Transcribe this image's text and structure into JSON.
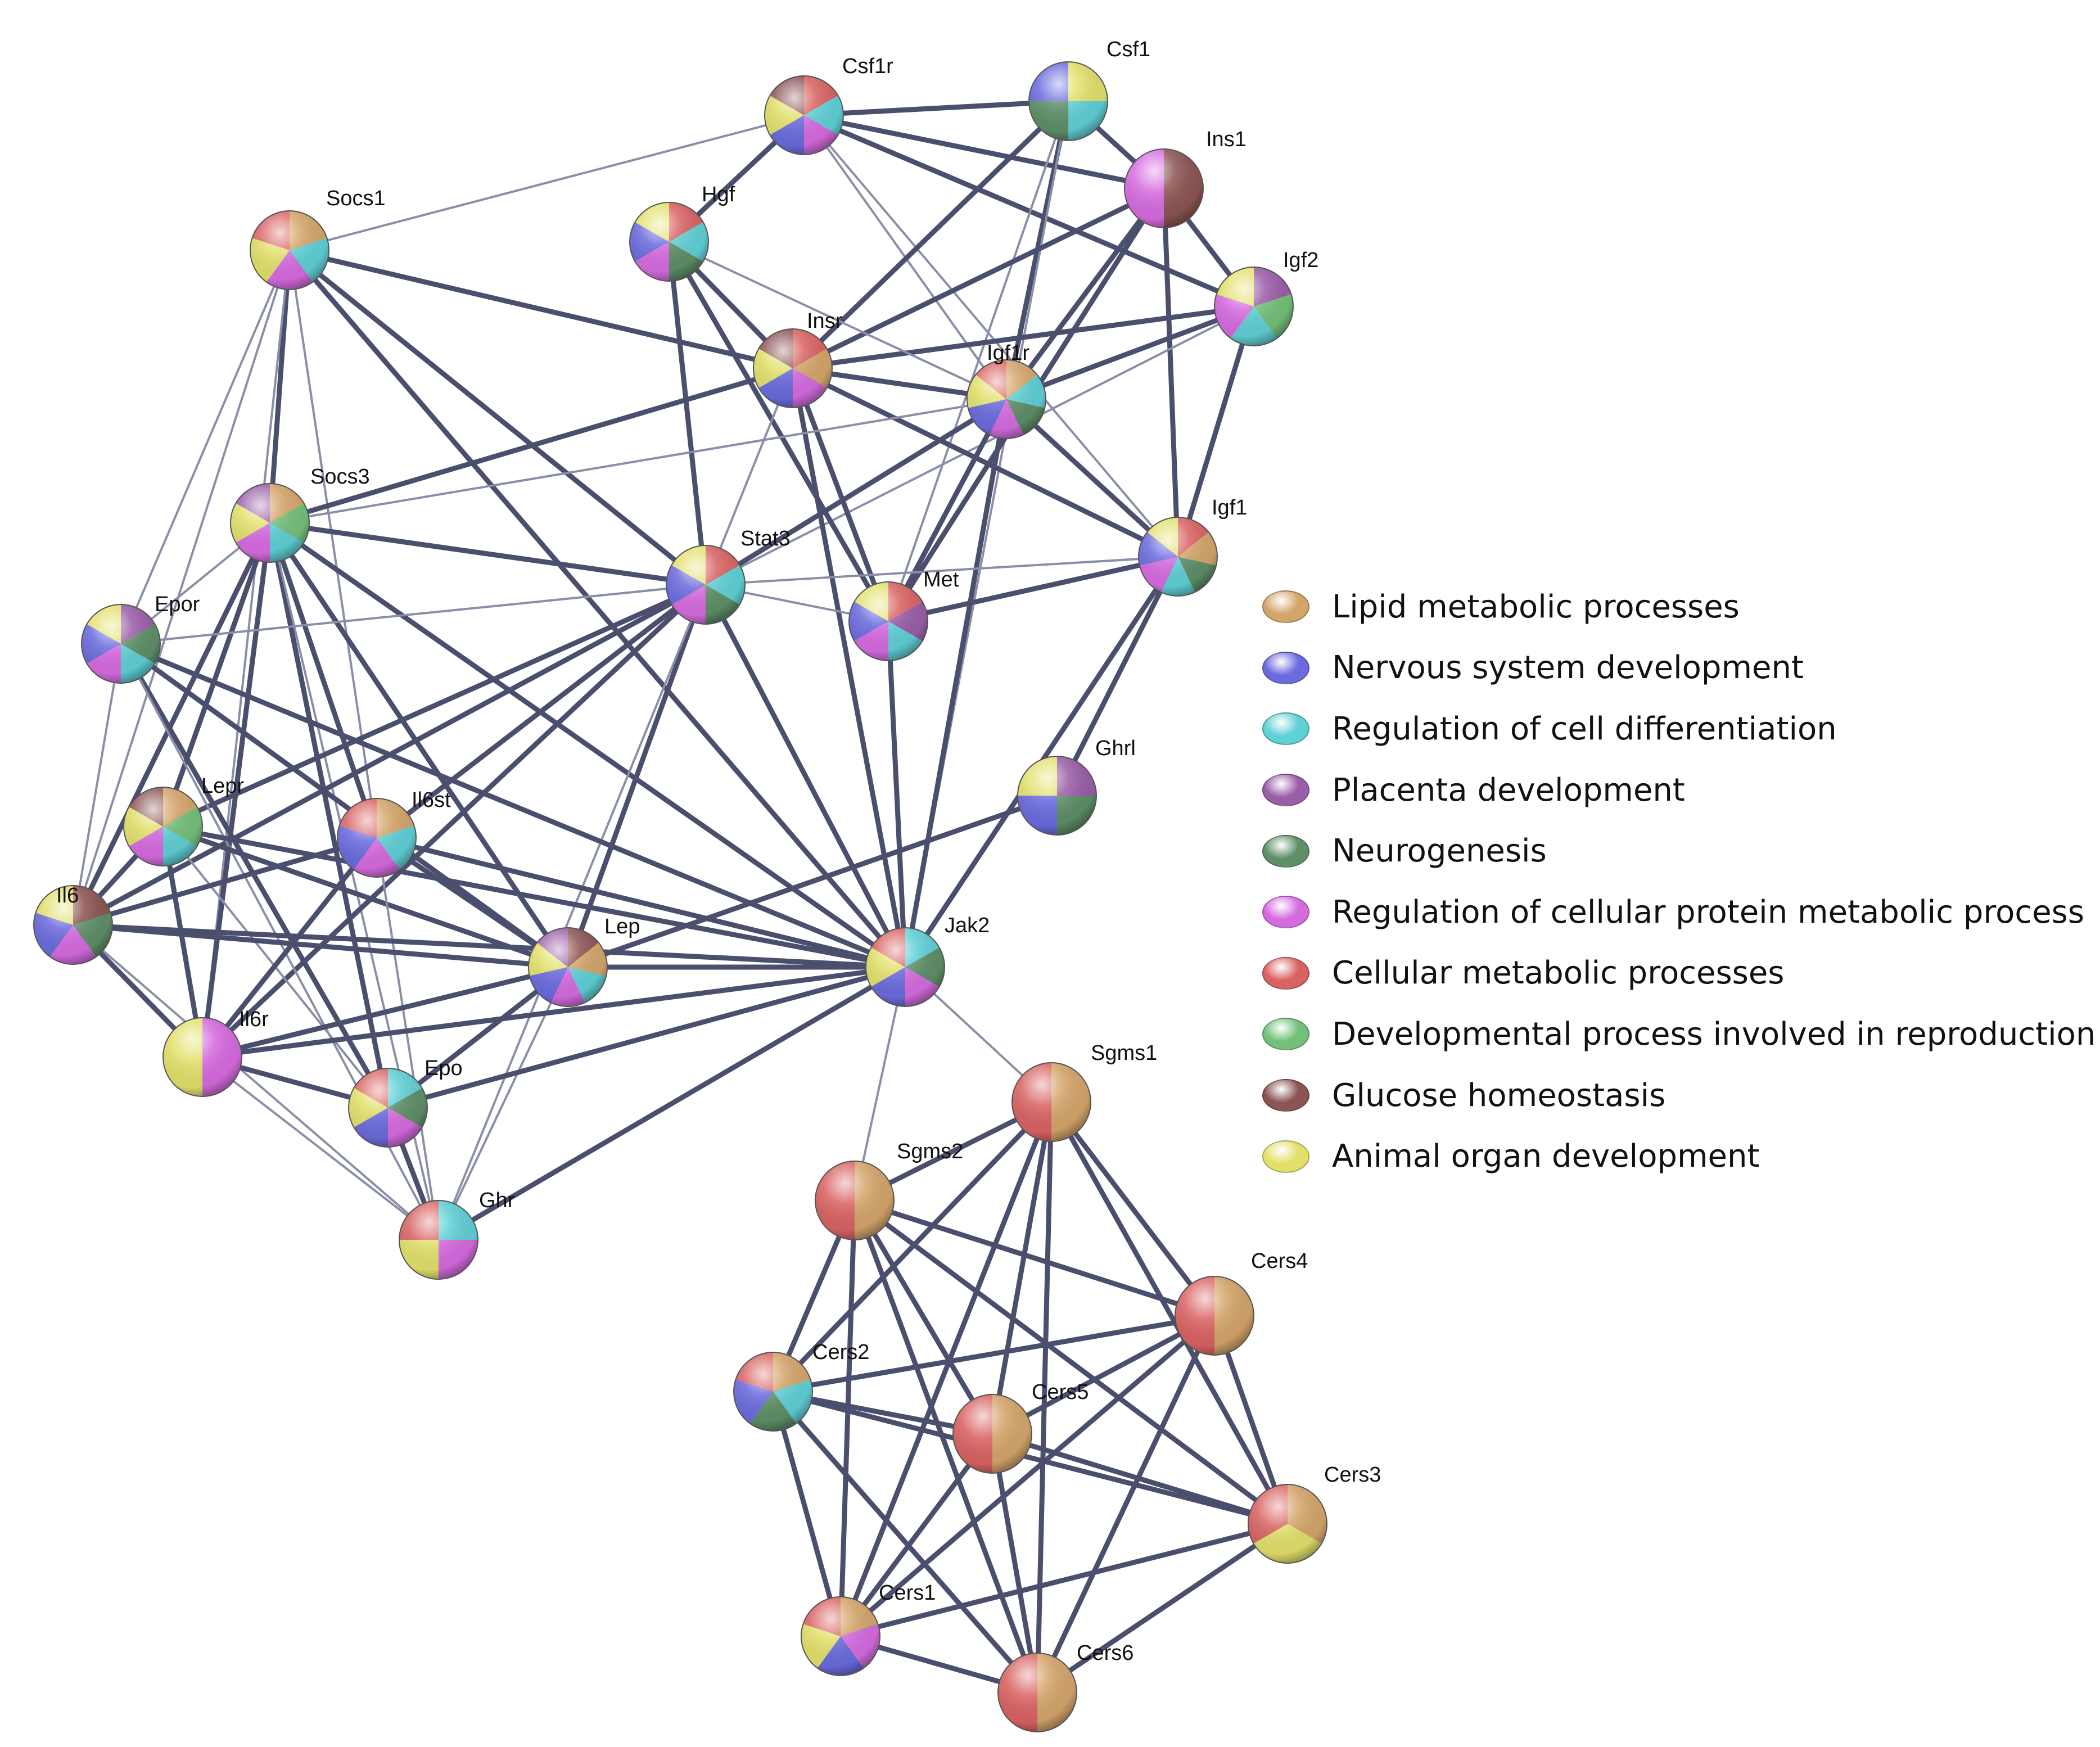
{
  "categories": [
    {
      "key": "lipid",
      "label": "Lipid metabolic processes",
      "color": "#d4a56a"
    },
    {
      "key": "nervous",
      "label": "Nervous system development",
      "color": "#6b6bde"
    },
    {
      "key": "celldiff",
      "label": "Regulation of cell differentiation",
      "color": "#5fd0d6"
    },
    {
      "key": "placenta",
      "label": "Placenta development",
      "color": "#9a5ea8"
    },
    {
      "key": "neuro",
      "label": "Neurogenesis",
      "color": "#5e8f67"
    },
    {
      "key": "protmeta",
      "label": "Regulation of cellular protein metabolic process",
      "color": "#d66be0"
    },
    {
      "key": "cellmeta",
      "label": "Cellular metabolic processes",
      "color": "#d96262"
    },
    {
      "key": "devrepro",
      "label": "Developmental process involved in reproduction",
      "color": "#74c07a"
    },
    {
      "key": "glucose",
      "label": "Glucose homeostasis",
      "color": "#8c5454"
    },
    {
      "key": "organ",
      "label": "Animal organ development",
      "color": "#e2e06a"
    }
  ],
  "nodes": [
    {
      "id": "Csf1r",
      "label": "Csf1r",
      "cats": [
        "cellmeta",
        "celldiff",
        "protmeta",
        "nervous",
        "organ",
        "glucose"
      ]
    },
    {
      "id": "Csf1",
      "label": "Csf1",
      "cats": [
        "organ",
        "celldiff",
        "neuro",
        "nervous"
      ]
    },
    {
      "id": "Ins1",
      "label": "Ins1",
      "cats": [
        "glucose",
        "protmeta"
      ]
    },
    {
      "id": "Hgf",
      "label": "Hgf",
      "cats": [
        "cellmeta",
        "celldiff",
        "neuro",
        "protmeta",
        "nervous",
        "organ"
      ]
    },
    {
      "id": "Socs1",
      "label": "Socs1",
      "cats": [
        "lipid",
        "celldiff",
        "protmeta",
        "organ",
        "cellmeta"
      ]
    },
    {
      "id": "Igf2",
      "label": "Igf2",
      "cats": [
        "placenta",
        "devrepro",
        "celldiff",
        "protmeta",
        "organ"
      ]
    },
    {
      "id": "Insr",
      "label": "Insr",
      "cats": [
        "cellmeta",
        "lipid",
        "protmeta",
        "nervous",
        "organ",
        "glucose"
      ]
    },
    {
      "id": "Igf1r",
      "label": "Igf1r",
      "cats": [
        "lipid",
        "celldiff",
        "neuro",
        "protmeta",
        "nervous",
        "organ",
        "cellmeta"
      ]
    },
    {
      "id": "Socs3",
      "label": "Socs3",
      "cats": [
        "lipid",
        "devrepro",
        "celldiff",
        "protmeta",
        "organ",
        "placenta"
      ]
    },
    {
      "id": "Stat3",
      "label": "Stat3",
      "cats": [
        "cellmeta",
        "celldiff",
        "neuro",
        "protmeta",
        "nervous",
        "organ"
      ]
    },
    {
      "id": "Igf1",
      "label": "Igf1",
      "cats": [
        "cellmeta",
        "lipid",
        "neuro",
        "celldiff",
        "protmeta",
        "nervous",
        "organ"
      ]
    },
    {
      "id": "Met",
      "label": "Met",
      "cats": [
        "cellmeta",
        "placenta",
        "celldiff",
        "protmeta",
        "nervous",
        "organ"
      ]
    },
    {
      "id": "Epor",
      "label": "Epor",
      "cats": [
        "placenta",
        "neuro",
        "celldiff",
        "protmeta",
        "nervous",
        "organ"
      ]
    },
    {
      "id": "Ghrl",
      "label": "Ghrl",
      "cats": [
        "placenta",
        "neuro",
        "nervous",
        "organ"
      ]
    },
    {
      "id": "Lepr",
      "label": "Lepr",
      "cats": [
        "lipid",
        "devrepro",
        "celldiff",
        "protmeta",
        "organ",
        "glucose"
      ]
    },
    {
      "id": "Il6st",
      "label": "Il6st",
      "cats": [
        "lipid",
        "celldiff",
        "protmeta",
        "nervous",
        "cellmeta"
      ]
    },
    {
      "id": "Il6",
      "label": "Il6",
      "cats": [
        "glucose",
        "neuro",
        "protmeta",
        "nervous",
        "organ"
      ]
    },
    {
      "id": "Lep",
      "label": "Lep",
      "cats": [
        "glucose",
        "lipid",
        "celldiff",
        "protmeta",
        "nervous",
        "organ",
        "placenta"
      ]
    },
    {
      "id": "Jak2",
      "label": "Jak2",
      "cats": [
        "celldiff",
        "neuro",
        "protmeta",
        "nervous",
        "organ",
        "cellmeta"
      ]
    },
    {
      "id": "Il6r",
      "label": "Il6r",
      "cats": [
        "protmeta",
        "organ"
      ]
    },
    {
      "id": "Epo",
      "label": "Epo",
      "cats": [
        "celldiff",
        "neuro",
        "protmeta",
        "nervous",
        "organ",
        "cellmeta"
      ]
    },
    {
      "id": "Ghr",
      "label": "Ghr",
      "cats": [
        "celldiff",
        "protmeta",
        "organ",
        "cellmeta"
      ]
    },
    {
      "id": "Sgms1",
      "label": "Sgms1",
      "cats": [
        "lipid",
        "cellmeta"
      ]
    },
    {
      "id": "Sgms2",
      "label": "Sgms2",
      "cats": [
        "lipid",
        "cellmeta"
      ]
    },
    {
      "id": "Cers4",
      "label": "Cers4",
      "cats": [
        "lipid",
        "cellmeta"
      ]
    },
    {
      "id": "Cers2",
      "label": "Cers2",
      "cats": [
        "lipid",
        "celldiff",
        "neuro",
        "nervous",
        "cellmeta"
      ]
    },
    {
      "id": "Cers5",
      "label": "Cers5",
      "cats": [
        "lipid",
        "cellmeta"
      ]
    },
    {
      "id": "Cers3",
      "label": "Cers3",
      "cats": [
        "lipid",
        "organ",
        "cellmeta"
      ]
    },
    {
      "id": "Cers1",
      "label": "Cers1",
      "cats": [
        "lipid",
        "protmeta",
        "nervous",
        "organ",
        "cellmeta"
      ]
    },
    {
      "id": "Cers6",
      "label": "Cers6",
      "cats": [
        "lipid",
        "cellmeta"
      ]
    }
  ],
  "edges": [
    [
      "Csf1r",
      "Csf1"
    ],
    [
      "Csf1r",
      "Ins1"
    ],
    [
      "Csf1r",
      "Igf2"
    ],
    [
      "Csf1r",
      "Hgf"
    ],
    [
      "Csf1r",
      "Socs1"
    ],
    [
      "Csf1r",
      "Igf1r"
    ],
    [
      "Csf1r",
      "Igf1"
    ],
    [
      "Csf1",
      "Insr"
    ],
    [
      "Csf1",
      "Igf1r"
    ],
    [
      "Csf1",
      "Ins1"
    ],
    [
      "Csf1",
      "Met"
    ],
    [
      "Csf1",
      "Jak2"
    ],
    [
      "Ins1",
      "Igf2"
    ],
    [
      "Ins1",
      "Igf1"
    ],
    [
      "Ins1",
      "Igf1r"
    ],
    [
      "Ins1",
      "Insr"
    ],
    [
      "Ins1",
      "Met"
    ],
    [
      "Igf2",
      "Igf1r"
    ],
    [
      "Igf2",
      "Insr"
    ],
    [
      "Igf2",
      "Igf1"
    ],
    [
      "Igf2",
      "Stat3"
    ],
    [
      "Hgf",
      "Insr"
    ],
    [
      "Hgf",
      "Met"
    ],
    [
      "Hgf",
      "Stat3"
    ],
    [
      "Hgf",
      "Igf1r"
    ],
    [
      "Socs1",
      "Insr"
    ],
    [
      "Socs1",
      "Socs3"
    ],
    [
      "Socs1",
      "Jak2"
    ],
    [
      "Socs1",
      "Epor"
    ],
    [
      "Socs1",
      "Il6"
    ],
    [
      "Socs1",
      "Il6st"
    ],
    [
      "Socs1",
      "Stat3"
    ],
    [
      "Socs1",
      "Il6r"
    ],
    [
      "Insr",
      "Igf1r"
    ],
    [
      "Insr",
      "Igf1"
    ],
    [
      "Insr",
      "Socs3"
    ],
    [
      "Insr",
      "Jak2"
    ],
    [
      "Insr",
      "Met"
    ],
    [
      "Insr",
      "Stat3"
    ],
    [
      "Igf1r",
      "Igf1"
    ],
    [
      "Igf1r",
      "Jak2"
    ],
    [
      "Igf1r",
      "Socs3"
    ],
    [
      "Igf1r",
      "Stat3"
    ],
    [
      "Igf1r",
      "Met"
    ],
    [
      "Igf1",
      "Ghrl"
    ],
    [
      "Igf1",
      "Stat3"
    ],
    [
      "Igf1",
      "Met"
    ],
    [
      "Igf1",
      "Jak2"
    ],
    [
      "Socs3",
      "Stat3"
    ],
    [
      "Socs3",
      "Jak2"
    ],
    [
      "Socs3",
      "Lepr"
    ],
    [
      "Socs3",
      "Il6"
    ],
    [
      "Socs3",
      "Il6st"
    ],
    [
      "Socs3",
      "Epo"
    ],
    [
      "Socs3",
      "Il6r"
    ],
    [
      "Socs3",
      "Lep"
    ],
    [
      "Socs3",
      "Epor"
    ],
    [
      "Socs3",
      "Ghr"
    ],
    [
      "Stat3",
      "Jak2"
    ],
    [
      "Stat3",
      "Il6"
    ],
    [
      "Stat3",
      "Lepr"
    ],
    [
      "Stat3",
      "Lep"
    ],
    [
      "Stat3",
      "Il6r"
    ],
    [
      "Stat3",
      "Il6st"
    ],
    [
      "Stat3",
      "Ghr"
    ],
    [
      "Stat3",
      "Epor"
    ],
    [
      "Stat3",
      "Met"
    ],
    [
      "Met",
      "Jak2"
    ],
    [
      "Ghrl",
      "Lep"
    ],
    [
      "Epor",
      "Jak2"
    ],
    [
      "Epor",
      "Il6"
    ],
    [
      "Epor",
      "Epo"
    ],
    [
      "Epor",
      "Lep"
    ],
    [
      "Epor",
      "Ghr"
    ],
    [
      "Lepr",
      "Jak2"
    ],
    [
      "Lepr",
      "Lep"
    ],
    [
      "Lepr",
      "Il6"
    ],
    [
      "Lepr",
      "Epo"
    ],
    [
      "Lepr",
      "Il6r"
    ],
    [
      "Il6st",
      "Jak2"
    ],
    [
      "Il6st",
      "Il6"
    ],
    [
      "Il6st",
      "Il6r"
    ],
    [
      "Il6st",
      "Lep"
    ],
    [
      "Il6st",
      "Ghr"
    ],
    [
      "Il6",
      "Lep"
    ],
    [
      "Il6",
      "Jak2"
    ],
    [
      "Il6",
      "Il6r"
    ],
    [
      "Il6",
      "Ghr"
    ],
    [
      "Lep",
      "Jak2"
    ],
    [
      "Lep",
      "Il6r"
    ],
    [
      "Lep",
      "Epo"
    ],
    [
      "Lep",
      "Ghr"
    ],
    [
      "Jak2",
      "Il6r"
    ],
    [
      "Jak2",
      "Epo"
    ],
    [
      "Jak2",
      "Ghr"
    ],
    [
      "Jak2",
      "Sgms1"
    ],
    [
      "Jak2",
      "Sgms2"
    ],
    [
      "Il6r",
      "Epo"
    ],
    [
      "Il6r",
      "Ghr"
    ],
    [
      "Epo",
      "Ghr"
    ],
    [
      "Sgms1",
      "Sgms2"
    ],
    [
      "Sgms1",
      "Cers4"
    ],
    [
      "Sgms1",
      "Cers2"
    ],
    [
      "Sgms1",
      "Cers5"
    ],
    [
      "Sgms1",
      "Cers3"
    ],
    [
      "Sgms1",
      "Cers1"
    ],
    [
      "Sgms1",
      "Cers6"
    ],
    [
      "Sgms2",
      "Cers4"
    ],
    [
      "Sgms2",
      "Cers2"
    ],
    [
      "Sgms2",
      "Cers5"
    ],
    [
      "Sgms2",
      "Cers3"
    ],
    [
      "Sgms2",
      "Cers1"
    ],
    [
      "Sgms2",
      "Cers6"
    ],
    [
      "Cers4",
      "Cers2"
    ],
    [
      "Cers4",
      "Cers5"
    ],
    [
      "Cers4",
      "Cers3"
    ],
    [
      "Cers4",
      "Cers1"
    ],
    [
      "Cers4",
      "Cers6"
    ],
    [
      "Cers2",
      "Cers5"
    ],
    [
      "Cers2",
      "Cers3"
    ],
    [
      "Cers2",
      "Cers1"
    ],
    [
      "Cers2",
      "Cers6"
    ],
    [
      "Cers5",
      "Cers3"
    ],
    [
      "Cers5",
      "Cers1"
    ],
    [
      "Cers5",
      "Cers6"
    ],
    [
      "Cers3",
      "Cers1"
    ],
    [
      "Cers3",
      "Cers6"
    ],
    [
      "Cers1",
      "Cers6"
    ]
  ]
}
